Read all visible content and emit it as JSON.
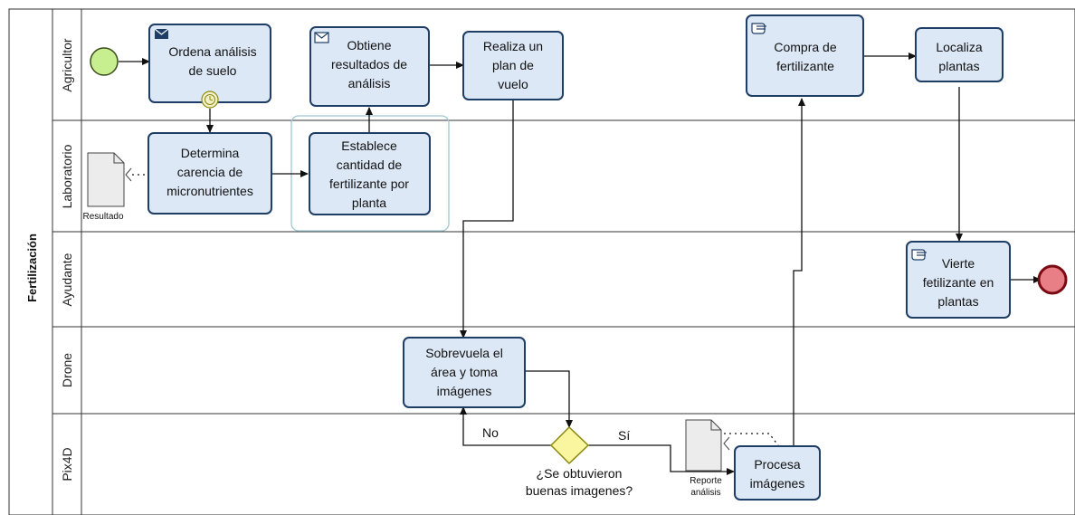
{
  "pool": {
    "label": "Fertilización"
  },
  "lanes": [
    "Agricultor",
    "Laboratorio",
    "Ayudante",
    "Drone",
    "Pix4D"
  ],
  "tasks": {
    "ordena": [
      "Ordena análisis",
      "de suelo"
    ],
    "obtiene": [
      "Obtiene",
      "resultados de",
      "análisis"
    ],
    "realiza": [
      "Realiza un",
      "plan de",
      "vuelo"
    ],
    "compra": [
      "Compra de",
      "fertilizante"
    ],
    "localiza": [
      "Localiza",
      "plantas"
    ],
    "determina": [
      "Determina",
      "carencia de",
      "micronutrientes"
    ],
    "establece": [
      "Establece",
      "cantidad de",
      "fertilizante por",
      "planta"
    ],
    "vierte": [
      "Vierte",
      "fetilizante en",
      "plantas"
    ],
    "sobrevuela": [
      "Sobrevuela el",
      "área y toma",
      "imágenes"
    ],
    "procesa": [
      "Procesa",
      "imágenes"
    ]
  },
  "gateway": {
    "label": [
      "¿Se obtuvieron",
      "buenas imagenes?"
    ],
    "no": "No",
    "si": "Sí"
  },
  "artifacts": {
    "resultado": "Resultado",
    "reporte": [
      "Reporte",
      "análisis"
    ]
  },
  "colors": {
    "task_fill": "#dde8f6",
    "task_stroke": "#1f3e66",
    "start": "#c8ef8f",
    "end": "#e87e86",
    "gateway": "#faf6a0"
  }
}
